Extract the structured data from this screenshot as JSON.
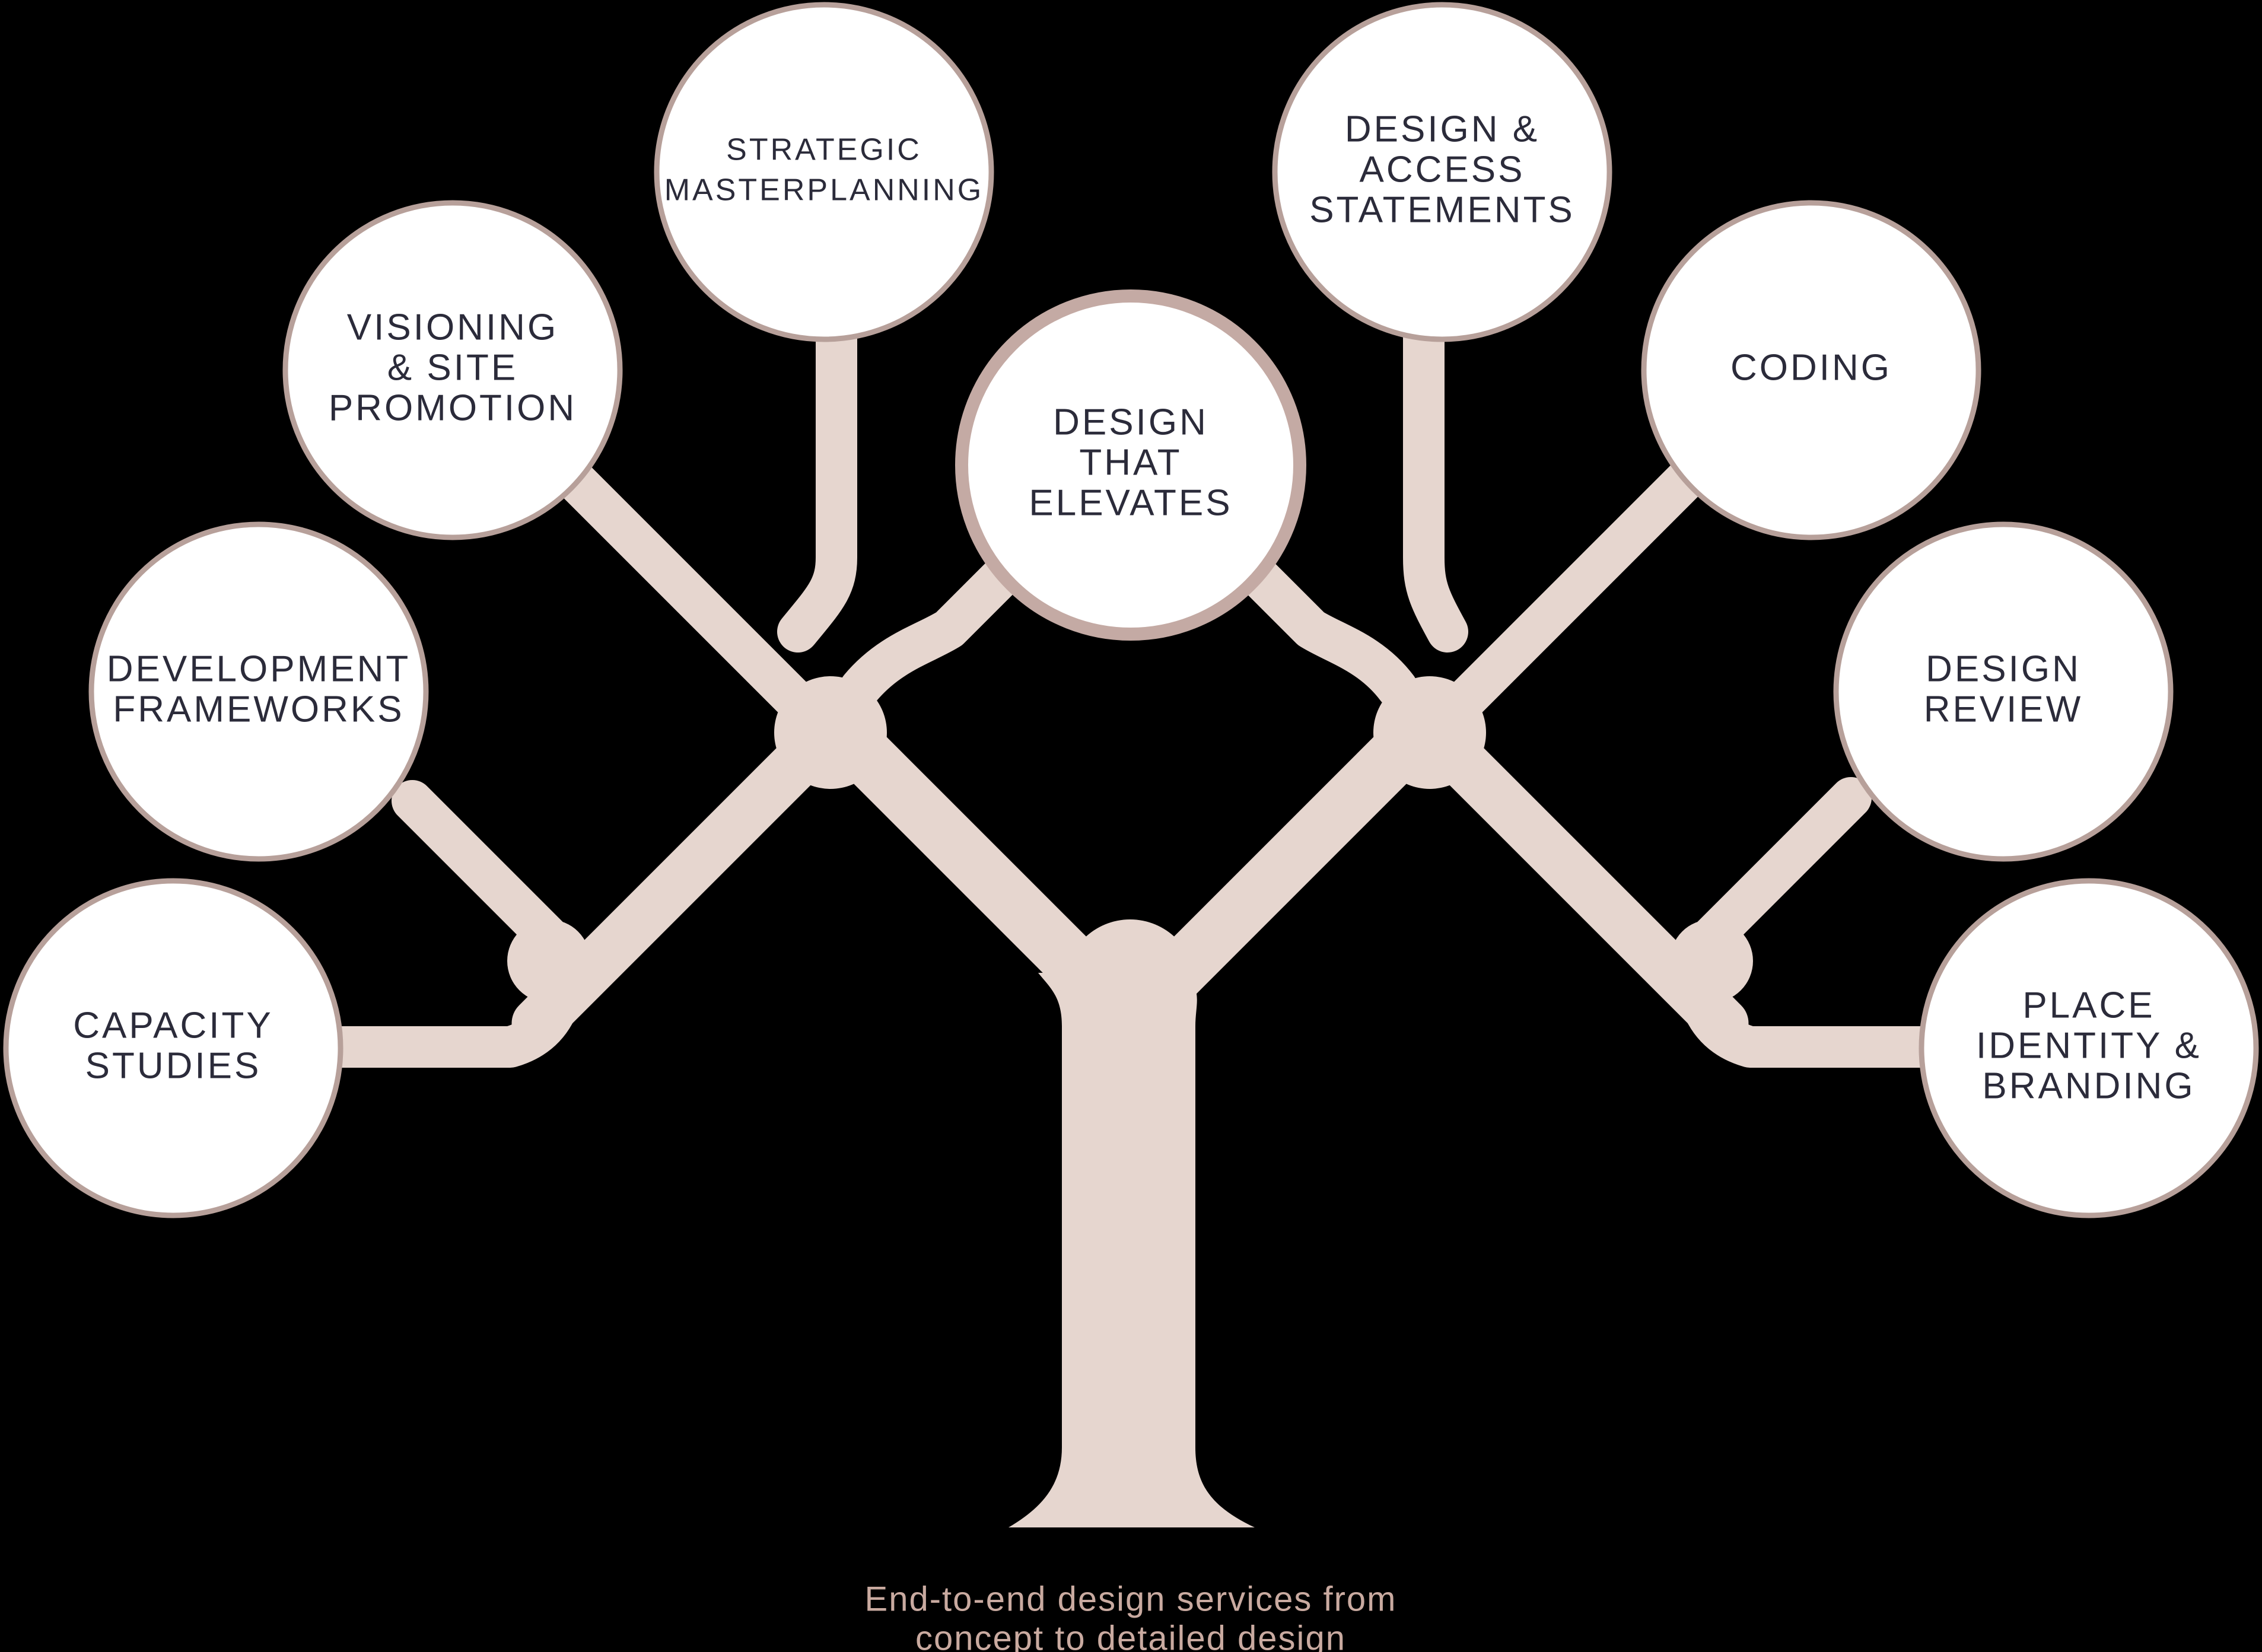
{
  "colors": {
    "background": "#000000",
    "trunk": "#e6d6cf",
    "node_fill": "#ffffff",
    "node_ring": "#b7a09a",
    "center_ring": "#c4aaa4",
    "label_text": "#2b2b3a",
    "caption_text": "#c9aaa0"
  },
  "center": {
    "lines": [
      "DESIGN",
      "THAT",
      "ELEVATES"
    ]
  },
  "nodes": [
    {
      "id": "capacity-studies",
      "lines": [
        "CAPACITY",
        "STUDIES"
      ]
    },
    {
      "id": "development-frameworks",
      "lines": [
        "DEVELOPMENT",
        "FRAMEWORKS"
      ]
    },
    {
      "id": "visioning-site-promotion",
      "lines": [
        "VISIONING",
        "& SITE",
        "PROMOTION"
      ]
    },
    {
      "id": "strategic-masterplanning",
      "lines": [
        "STRATEGIC",
        "MASTERPLANNING"
      ]
    },
    {
      "id": "design-access-statements",
      "lines": [
        "DESIGN &",
        "ACCESS",
        "STATEMENTS"
      ]
    },
    {
      "id": "coding",
      "lines": [
        "CODING"
      ]
    },
    {
      "id": "design-review",
      "lines": [
        "DESIGN",
        "REVIEW"
      ]
    },
    {
      "id": "place-identity-branding",
      "lines": [
        "PLACE",
        "IDENTITY &",
        "BRANDING"
      ]
    }
  ],
  "caption": {
    "lines": [
      "End-to-end design services from",
      "concept to detailed design"
    ]
  }
}
